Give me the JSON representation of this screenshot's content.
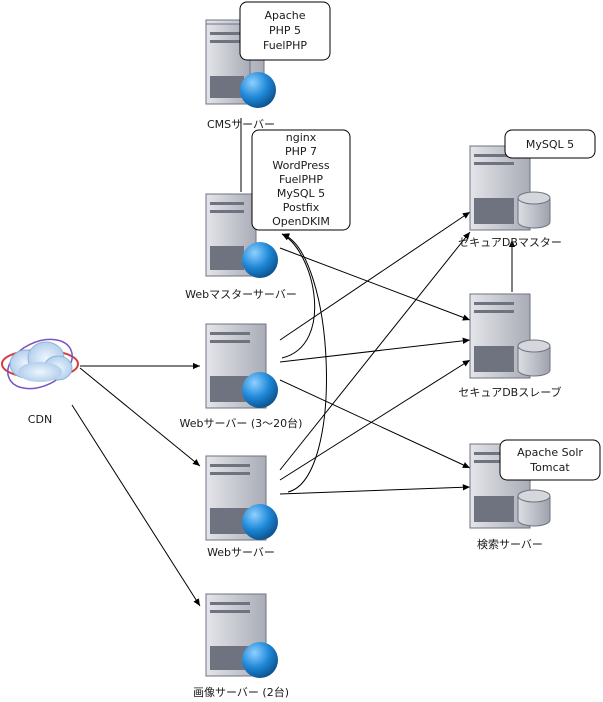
{
  "nodes": {
    "cms": {
      "label": "CMSサーバー"
    },
    "webmaster": {
      "label": "Webマスターサーバー"
    },
    "web1": {
      "label": "Webサーバー (3〜20台)"
    },
    "web2": {
      "label": "Webサーバー"
    },
    "image": {
      "label": "画像サーバー (2台)"
    },
    "cdn": {
      "label": "CDN"
    },
    "dbmaster": {
      "label": "セキュアDBマスター"
    },
    "dbslave": {
      "label": "セキュアDBスレーブ"
    },
    "search": {
      "label": "検索サーバー"
    }
  },
  "notes": {
    "cms": [
      "Apache",
      "PHP 5",
      "FuelPHP"
    ],
    "webmaster": [
      "nginx",
      "PHP 7",
      "WordPress",
      "FuelPHP",
      "MySQL 5",
      "Postfix",
      "OpenDKIM"
    ],
    "dbmaster": [
      "MySQL 5"
    ],
    "search": [
      "Apache Solr",
      "Tomcat"
    ]
  },
  "colors": {
    "server_body": "#c9cbd2",
    "server_dark": "#6f7380",
    "globe": "#1e88d8",
    "db_cylinder": "#b9bcc5"
  }
}
